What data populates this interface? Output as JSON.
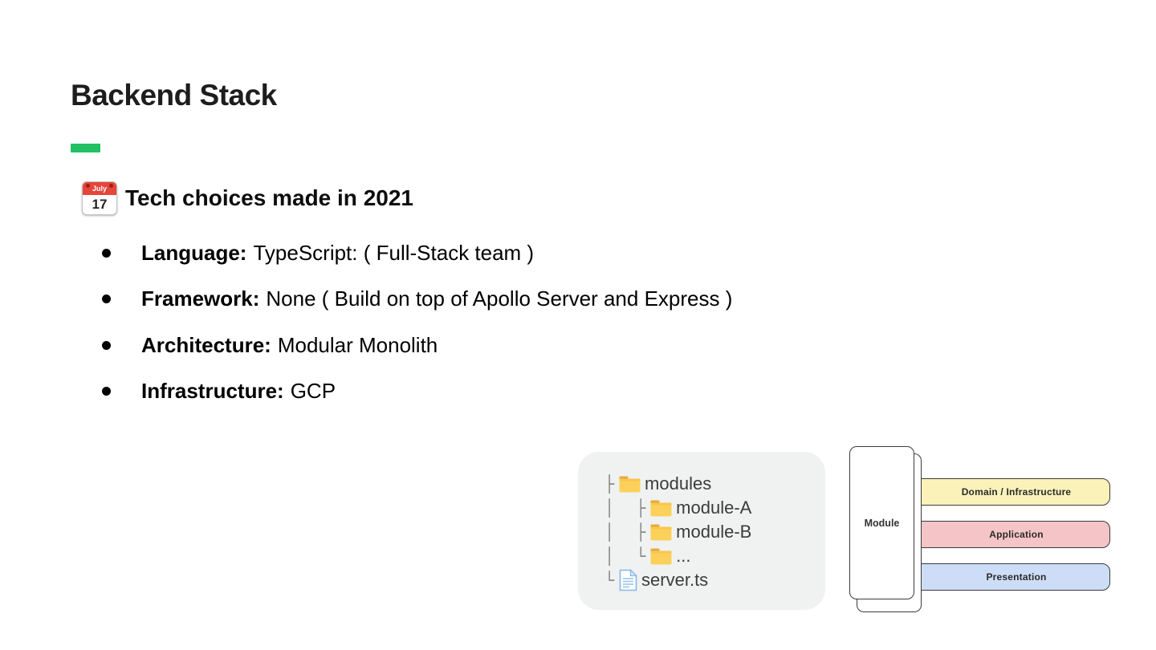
{
  "slide": {
    "title": "Backend Stack",
    "accent_color": "#21c063",
    "heading": {
      "calendar_month": "July",
      "calendar_day": "17",
      "text": "Tech choices made in 2021"
    },
    "bullets": [
      {
        "label": "Language:",
        "text": "TypeScript: ( Full-Stack team )"
      },
      {
        "label": "Framework:",
        "text": "None ( Build on top of Apollo Server and Express )"
      },
      {
        "label": "Architecture:",
        "text": "Modular Monolith"
      },
      {
        "label": "Infrastructure:",
        "text": "GCP"
      }
    ],
    "file_tree": {
      "rows": [
        {
          "prefix": "├",
          "icon": "folder",
          "label": "modules"
        },
        {
          "prefix": "│  ├",
          "icon": "folder",
          "label": "module-A"
        },
        {
          "prefix": "│  ├",
          "icon": "folder",
          "label": "module-B"
        },
        {
          "prefix": "│  └",
          "icon": "folder",
          "label": "..."
        },
        {
          "prefix": "└",
          "icon": "file",
          "label": "server.ts"
        }
      ]
    },
    "module_diagram": {
      "module_label": "Module",
      "layers": [
        {
          "label": "Domain / Infrastructure",
          "color": "#faf2b9"
        },
        {
          "label": "Application",
          "color": "#f5c4c6"
        },
        {
          "label": "Presentation",
          "color": "#cdddf8"
        }
      ]
    }
  }
}
